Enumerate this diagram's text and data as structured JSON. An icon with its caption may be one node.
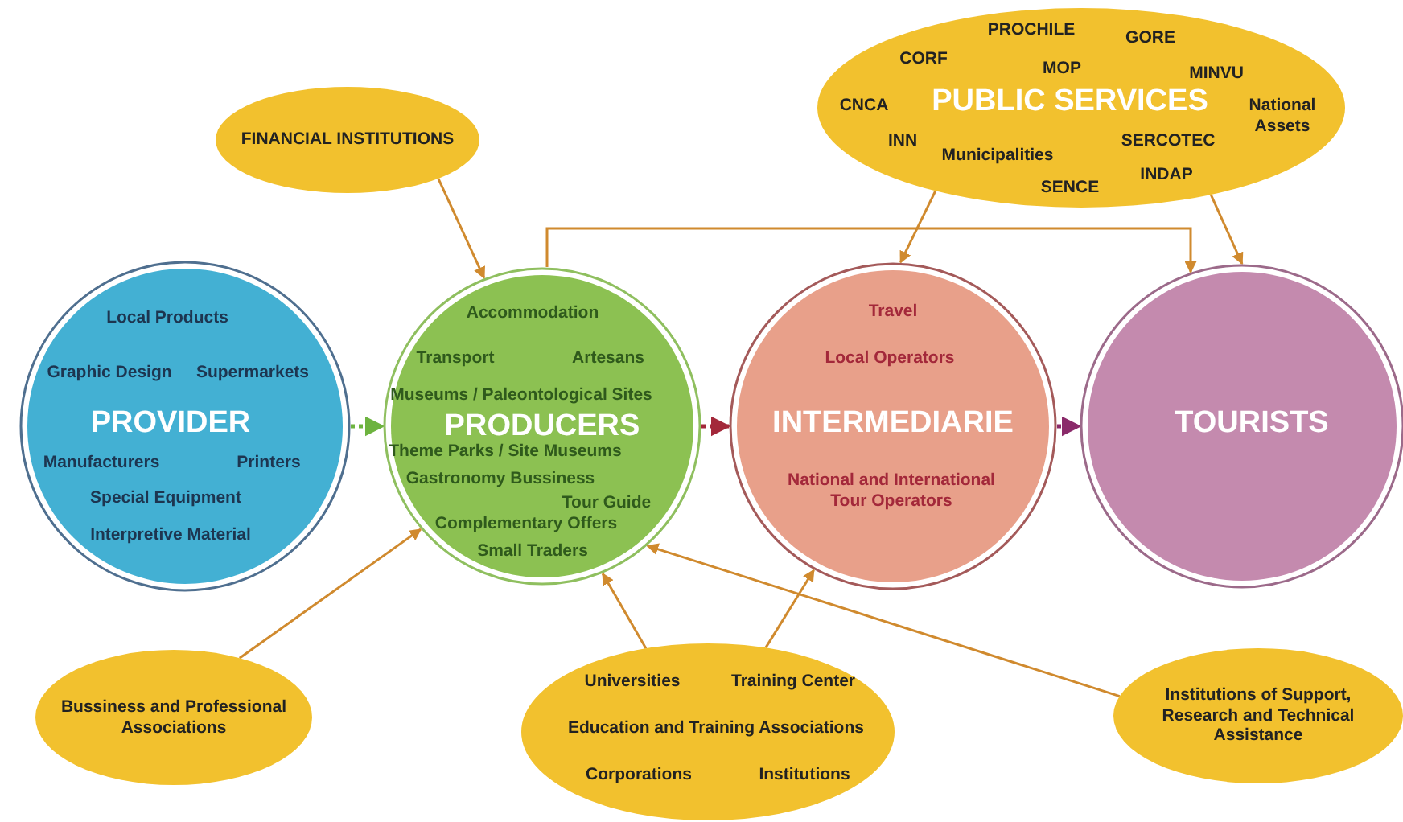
{
  "diagram": {
    "nodes": [
      {
        "text": [
          "FINANCIAL INSTITUTIONS"
        ]
      },
      {
        "text": [
          "PROCHILE",
          "GORE",
          "CORF",
          "MOP",
          "MINVU",
          "CNCA",
          "PUBLIC SERVICES",
          "National Assets",
          "INN",
          "Municipalities",
          "SERCOTEC",
          "INDAP",
          "SENCE"
        ]
      },
      {
        "text": [
          "Local Products",
          "Graphic Design",
          "Supermarkets",
          "PROVIDER",
          "Manufacturers",
          "Printers",
          "Special Equipment",
          "Interpretive Material"
        ]
      },
      {
        "text": [
          "Accommodation",
          "Transport",
          "Artesans",
          "Museums / Paleontological Sites",
          "PRODUCERS",
          "Theme Parks / Site Museums",
          "Gastronomy Bussiness",
          "Tour Guide",
          "Complementary Offers",
          "Small Traders"
        ]
      },
      {
        "text": [
          "Travel",
          "Local Operators",
          "INTERMEDIARIE",
          "National and International Tour Operators"
        ]
      },
      {
        "text": [
          "TOURISTS"
        ]
      },
      {
        "text": [
          "Bussiness and Professional Associations"
        ]
      },
      {
        "text": [
          "Universities",
          "Training Center",
          "Education and Training Associations",
          "Corporations",
          "Institutions"
        ]
      },
      {
        "text": [
          "Institutions of Support, Research and Technical Assistance"
        ]
      }
    ],
    "edges": [
      {
        "from": 2,
        "to": 3,
        "arrow": "to",
        "style": "dashed",
        "color": "#6db33f"
      },
      {
        "from": 3,
        "to": 4,
        "arrow": "to",
        "style": "dashed",
        "color": "#a3283a"
      },
      {
        "from": 4,
        "to": 5,
        "arrow": "to",
        "style": "dashed",
        "color": "#8a2a6a"
      },
      {
        "from": 0,
        "to": 3,
        "arrow": "to"
      },
      {
        "from": 3,
        "to": 5,
        "arrow": "to"
      },
      {
        "from": 1,
        "to": 4,
        "arrow": "to"
      },
      {
        "from": 1,
        "to": 5,
        "arrow": "to"
      },
      {
        "from": 6,
        "to": 3,
        "arrow": "to"
      },
      {
        "from": 7,
        "to": 3,
        "arrow": "to"
      },
      {
        "from": 7,
        "to": 4,
        "arrow": "to"
      },
      {
        "from": 8,
        "to": 3,
        "arrow": "to"
      }
    ]
  }
}
